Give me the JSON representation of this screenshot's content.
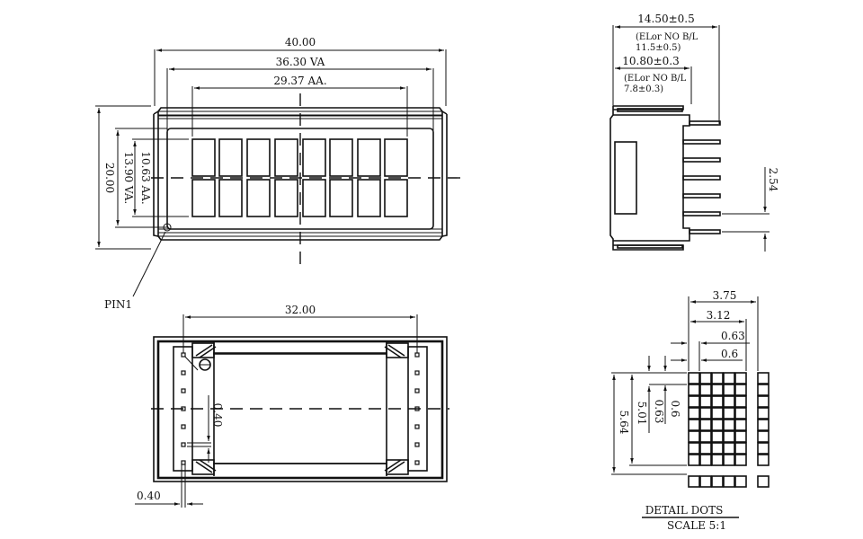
{
  "drawing": {
    "front_view": {
      "dim_overall_width": "40.00",
      "dim_view_area_width": "36.30 VA",
      "dim_active_area_width": "29.37 AA.",
      "dim_overall_height": "20.00",
      "dim_view_area_height": "13.90 VA.",
      "dim_active_area_height": "10.63 AA.",
      "pin1_label": "PIN1",
      "characters_per_row": 8,
      "rows": 2
    },
    "side_view": {
      "dim_thickness_backlight": "14.50±0.5",
      "note_thickness_no_backlight_line1": "(ELor NO B/L",
      "note_thickness_no_backlight_line2": "11.5±0.5)",
      "dim_thickness_body": "10.80±0.3",
      "note_body_no_backlight_line1": "(ELor NO B/L",
      "note_body_no_backlight_line2": "7.8±0.3)",
      "dim_pin_pitch": "2.54"
    },
    "rear_view": {
      "dim_pin_row_spacing": "32.00",
      "dim_pin_width_vertical": "0.40",
      "dim_pin_width_horizontal": "0.40",
      "pins_per_side": 7
    },
    "detail_dots": {
      "title": "DETAIL DOTS",
      "scale": "SCALE 5:1",
      "dim_char_pitch_width": "3.75",
      "dim_char_width": "3.12",
      "dim_dot_pitch_h": "0.63",
      "dim_dot_width": "0.6",
      "dim_char_pitch_height": "5.64",
      "dim_char_height": "5.01",
      "dim_dot_pitch_v": "0.63",
      "dim_dot_height": "0.6",
      "dot_columns": 5,
      "dot_rows": 8
    }
  }
}
